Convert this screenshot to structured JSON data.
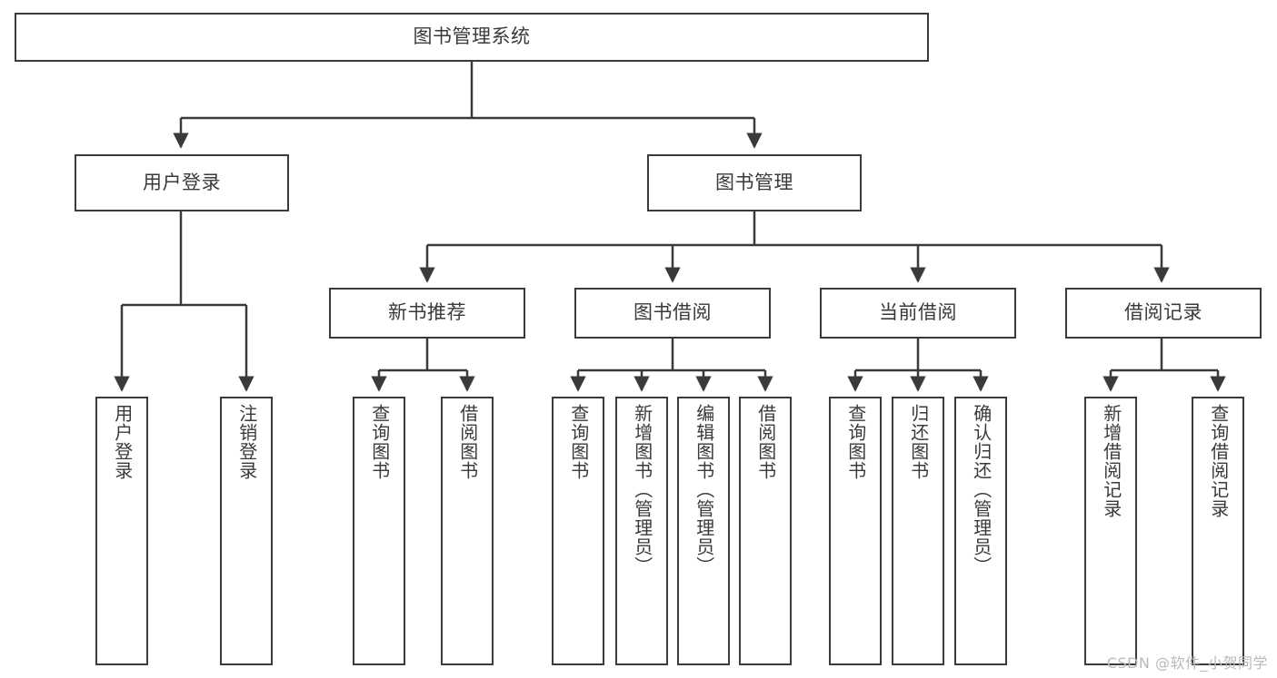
{
  "diagram": {
    "type": "tree",
    "title": "图书管理系统",
    "root": {
      "label": "图书管理系统"
    },
    "level2": [
      {
        "label": "用户登录"
      },
      {
        "label": "图书管理"
      }
    ],
    "level3": [
      {
        "label": "新书推荐"
      },
      {
        "label": "图书借阅"
      },
      {
        "label": "当前借阅"
      },
      {
        "label": "借阅记录"
      }
    ],
    "leaves": {
      "user_login": [
        {
          "label": "用户登录"
        },
        {
          "label": "注销登录"
        }
      ],
      "new_book_recommend": [
        {
          "label": "查询图书"
        },
        {
          "label": "借阅图书"
        }
      ],
      "book_borrow": [
        {
          "label": "查询图书"
        },
        {
          "label": "新增图书（管理员）"
        },
        {
          "label": "编辑图书（管理员）"
        },
        {
          "label": "借阅图书"
        }
      ],
      "current_borrow": [
        {
          "label": "查询图书"
        },
        {
          "label": "归还图书"
        },
        {
          "label": "确认归还（管理员）"
        }
      ],
      "borrow_record": [
        {
          "label": "新增借阅记录"
        },
        {
          "label": "查询借阅记录"
        }
      ]
    },
    "watermark": "CSDN @软件_小贺同学",
    "colors": {
      "stroke": "#3a3a3a",
      "background": "#ffffff",
      "text": "#3a3a3a",
      "watermark": "#b9b9b9"
    }
  }
}
